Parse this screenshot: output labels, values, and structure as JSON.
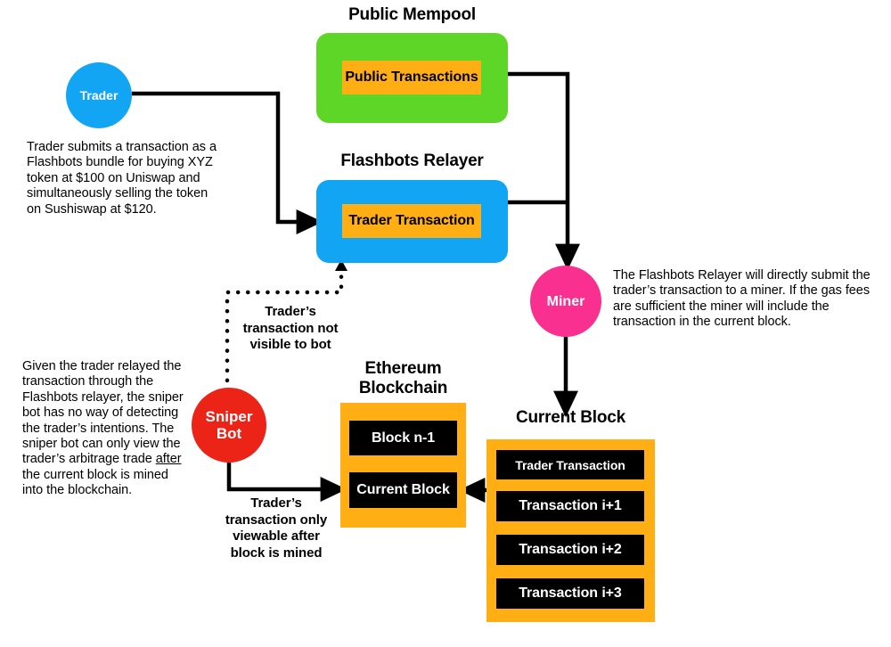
{
  "diagram": {
    "title_mempool": "Public Mempool",
    "title_relayer": "Flashbots Relayer",
    "title_ethchain_line1": "Ethereum",
    "title_ethchain_line2": "Blockchain",
    "title_currentblock": "Current Block"
  },
  "nodes": {
    "trader": "Trader",
    "miner": "Miner",
    "sniper_line1": "Sniper",
    "sniper_line2": "Bot",
    "public_transactions": "Public Transactions",
    "trader_transaction": "Trader Transaction"
  },
  "ethereum_blockchain": {
    "blocks": [
      "Block n-1",
      "Current Block"
    ]
  },
  "current_block": {
    "transactions": [
      "Trader Transaction",
      "Transaction i+1",
      "Transaction i+2",
      "Transaction i+3"
    ]
  },
  "annotations": {
    "trader_note": "Trader submits a transaction as a Flashbots bundle for buying XYZ token at $100 on Uniswap and simultaneously selling the token on Sushiswap at $120.",
    "relayer_note": "The Flashbots Relayer will directly submit the trader’s transaction to a miner. If the gas fees are sufficient the miner will include the transaction in the current block.",
    "sniper_note_part1": "Given the trader relayed the transaction through the Flashbots relayer, the sniper bot has no way of detecting the trader’s intentions. The sniper bot can only view the trader’s arbitrage trade ",
    "sniper_note_underlined": "after",
    "sniper_note_part2": " the current block is mined into the blockchain.",
    "edge_not_visible": "Trader’s transaction not visible to bot",
    "edge_viewable_after": "Trader’s transaction only viewable after block is mined"
  },
  "colors": {
    "mempool_green": "#5ed627",
    "relayer_blue": "#12a5f4",
    "trader_blue": "#12a5f4",
    "miner_pink": "#f9308f",
    "sniper_red": "#ec2418",
    "chip_orange": "#ffae13",
    "block_black": "#000000",
    "background": "#ffffff",
    "connector_black": "#000000"
  }
}
